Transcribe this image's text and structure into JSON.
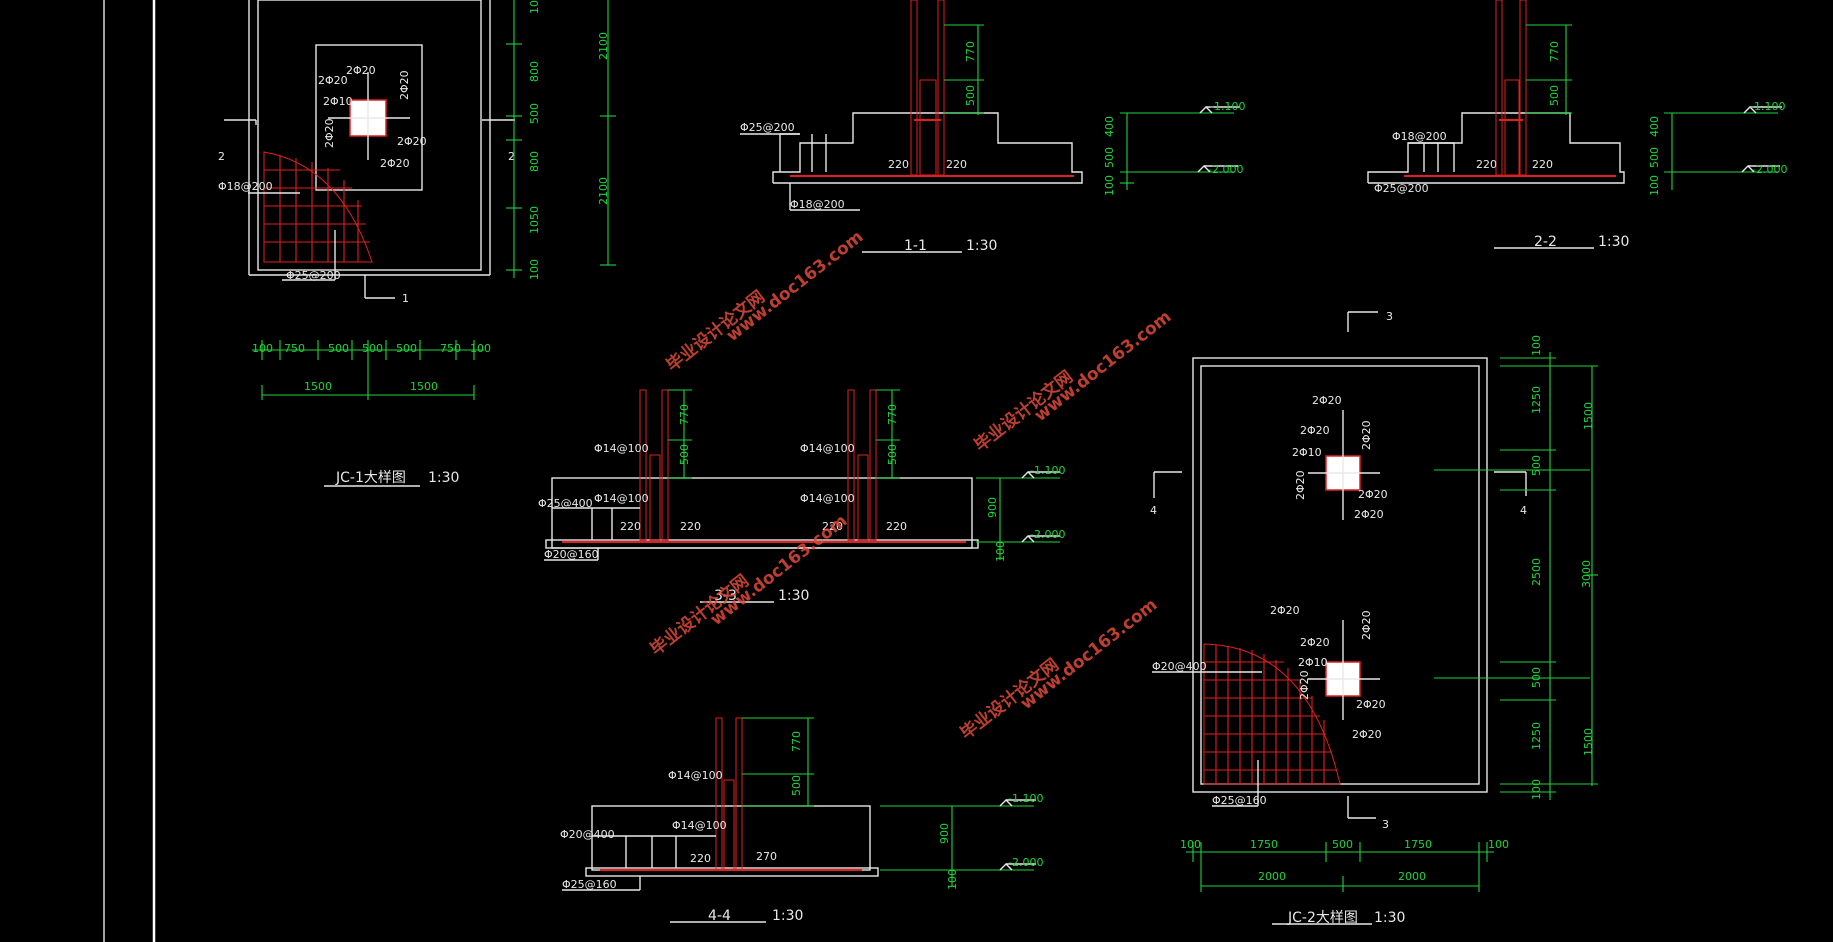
{
  "views": {
    "jc1": {
      "title": "JC-1大样图",
      "scale": "1:30"
    },
    "s11": {
      "title": "1-1",
      "scale": "1:30"
    },
    "s22": {
      "title": "2-2",
      "scale": "1:30"
    },
    "s33": {
      "title": "3-3",
      "scale": "1:30"
    },
    "s44": {
      "title": "4-4",
      "scale": "1:30"
    },
    "jc2": {
      "title": "JC-2大样图",
      "scale": "1:30"
    }
  },
  "section_marks": {
    "one": "1",
    "two": "2",
    "three": "3",
    "four": "4"
  },
  "rebar": {
    "b2f20": "2Φ20",
    "b2f10": "2Φ10",
    "f18_200": "Φ18@200",
    "f25_200": "Φ25@200",
    "f14_100": "Φ14@100",
    "f25_400": "Φ25@400",
    "f20_160": "Φ20@160",
    "f20_400": "Φ20@400",
    "f25_160": "Φ25@160"
  },
  "dims": {
    "d100": "100",
    "d750": "750",
    "d500": "500",
    "d1500": "1500",
    "d1050": "1050",
    "d800": "800",
    "d2100": "2100",
    "d770": "770",
    "d400": "400",
    "d220": "220",
    "d270": "270",
    "d900": "900",
    "d1250": "1250",
    "d2500": "2500",
    "d3000": "3000",
    "d1750": "1750",
    "d2000": "2000"
  },
  "elevations": {
    "top": "-1.100",
    "bottom": "-2.000"
  },
  "watermark": {
    "cn": "毕业设计论文网",
    "url": "www.doc163.com"
  }
}
